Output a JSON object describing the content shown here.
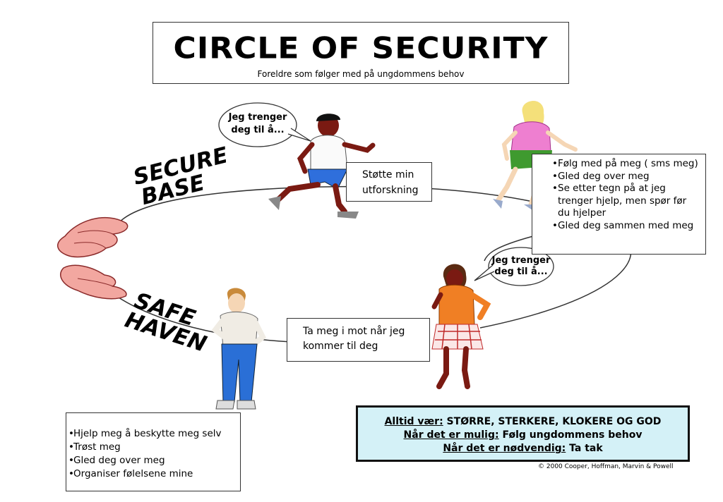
{
  "header": {
    "title": "CIRCLE OF SECURITY",
    "subtitle": "Foreldre som følger med på ungdommens behov"
  },
  "labels": {
    "secure_base": [
      "SECURE",
      "BASE"
    ],
    "safe_haven": [
      "SAFE",
      "HAVEN"
    ]
  },
  "speech_bubbles": [
    {
      "lines": [
        "Jeg trenger",
        "deg til å..."
      ]
    },
    {
      "lines": [
        "Jeg trenger",
        "deg til å..."
      ]
    }
  ],
  "support_box": {
    "lines": [
      "Støtte min",
      "utforskning"
    ]
  },
  "right_list": {
    "items": [
      "Følg med på meg ( sms meg)",
      "Gled deg over meg",
      "Se etter tegn på at jeg trenger hjelp, men spør før du hjelper",
      "Gled deg sammen med meg"
    ]
  },
  "come_box": {
    "lines": [
      "Ta meg i mot når jeg",
      "kommer til deg"
    ]
  },
  "left_list": {
    "items": [
      "Hjelp meg å beskytte meg selv",
      "Trøst meg",
      "Gled deg over meg",
      "Organiser følelsene mine"
    ]
  },
  "always_box": {
    "line1_label": "Alltid vær:",
    "line1_text": " STØRRE, STERKERE, KLOKERE OG GOD",
    "line2_label": "Når det er mulig:",
    "line2_text": " Følg ungdommens behov",
    "line3_label": "Når det er nødvendig:",
    "line3_text": " Ta tak"
  },
  "credit": "© 2000 Cooper, Hoffman, Marvin & Powell",
  "colors": {
    "always_box_bg": "#d4f1f7",
    "hand": "#f2a7a0",
    "boy_skin": "#7a1a12",
    "girl_shirt": "#ee7fd0",
    "girl_shorts": "#3f9a2f",
    "teen_shirt": "#f07f24",
    "teen_pants": "#2a6fd6"
  }
}
